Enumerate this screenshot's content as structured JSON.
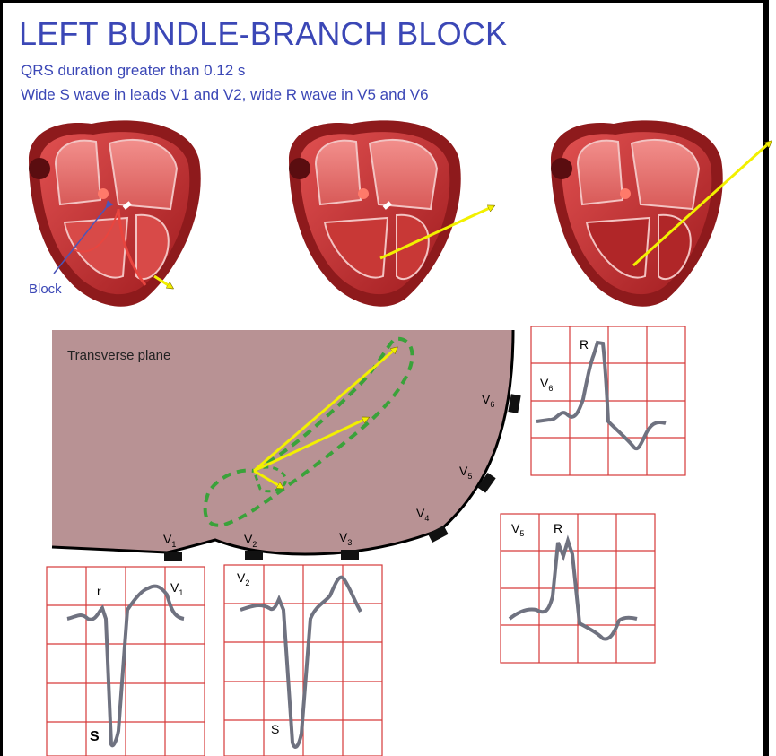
{
  "title": "LEFT BUNDLE-BRANCH BLOCK",
  "subtitle_lines": [
    "QRS duration greater than 0.12 s",
    "Wide S wave in leads V1 and V2, wide R wave in V5 and V6"
  ],
  "heart_annotations": {
    "block_label": "Block"
  },
  "transverse": {
    "plane_label": "Transverse plane",
    "leads": [
      {
        "name": "V",
        "sub": "1"
      },
      {
        "name": "V",
        "sub": "2"
      },
      {
        "name": "V",
        "sub": "3"
      },
      {
        "name": "V",
        "sub": "4"
      },
      {
        "name": "V",
        "sub": "5"
      },
      {
        "name": "V",
        "sub": "6"
      }
    ]
  },
  "ecg_panels": [
    {
      "lead": "V",
      "sub": "1",
      "wave_labels": [
        "r",
        "S"
      ]
    },
    {
      "lead": "V",
      "sub": "2",
      "wave_labels": [
        "S"
      ]
    },
    {
      "lead": "V",
      "sub": "5",
      "wave_labels": [
        "R"
      ]
    },
    {
      "lead": "V",
      "sub": "6",
      "wave_labels": [
        "R"
      ]
    }
  ],
  "colors": {
    "title": "#3b47b6",
    "heart_dark": "#8e1a1c",
    "heart_red": "#c0282b",
    "vector_arrow": "#f2f000",
    "loop": "#3aa23a",
    "plane_fill": "#b89294",
    "grid": "#d63a3a",
    "trace": "#6f7280"
  }
}
